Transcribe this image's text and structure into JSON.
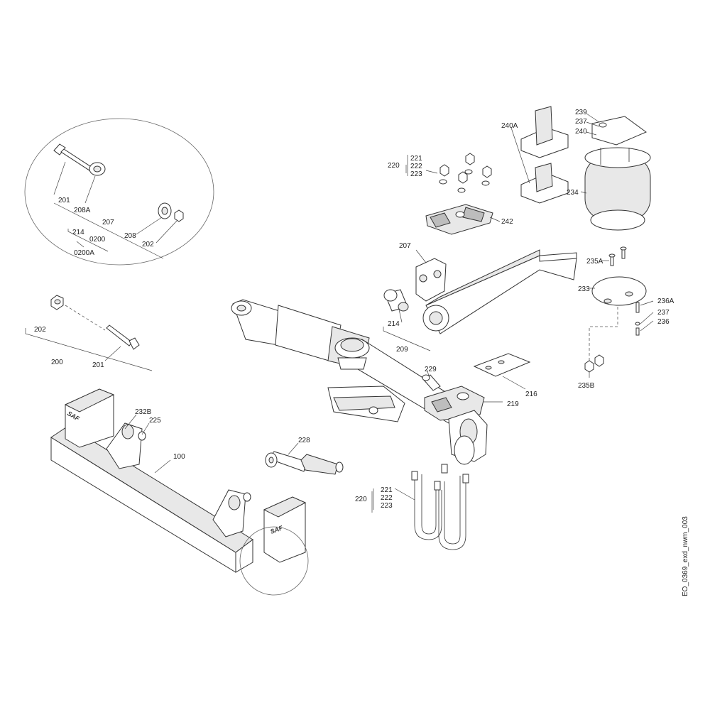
{
  "document_id": "EO_0369_exd_nwm_003",
  "brand_marks": [
    "SAF",
    "SAF"
  ],
  "labels": {
    "p201_detail": "201",
    "p208A": "208A",
    "p207_detail": "207",
    "p214_detail": "214",
    "p0200": "0200",
    "p0200A": "0200A",
    "p208": "208",
    "p202_detail": "202",
    "p202": "202",
    "p200": "200",
    "p201": "201",
    "p232B": "232B",
    "p225": "225",
    "p100": "100",
    "p228": "228",
    "p220_top": "220",
    "p221_top": "221",
    "p222_top": "222",
    "p223_top": "223",
    "p242": "242",
    "p240A": "240A",
    "p239": "239",
    "p237_top": "237",
    "p240": "240",
    "p234": "234",
    "p207": "207",
    "p214": "214",
    "p209": "209",
    "p235A": "235A",
    "p233": "233",
    "p236A": "236A",
    "p237": "237",
    "p236": "236",
    "p235B": "235B",
    "p229": "229",
    "p216": "216",
    "p219": "219",
    "p220_bot": "220",
    "p221_bot": "221",
    "p222_bot": "222",
    "p223_bot": "223"
  }
}
